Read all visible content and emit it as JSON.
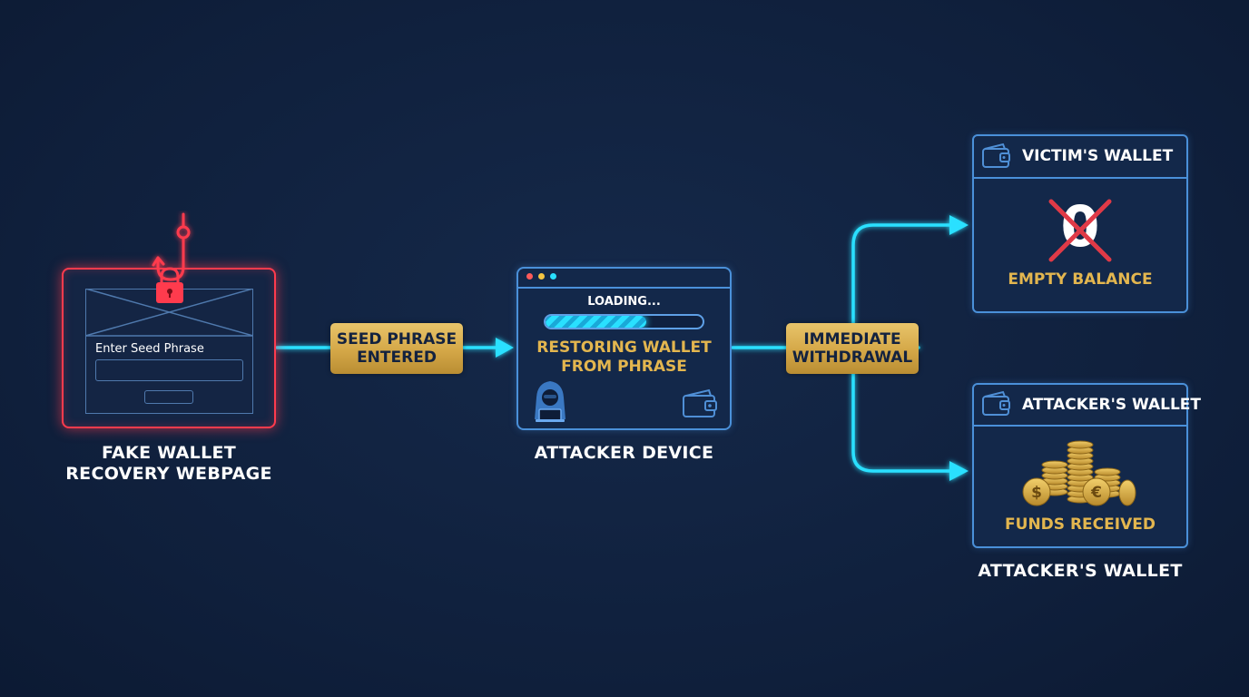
{
  "fake_page": {
    "seed_label": "Enter Seed Phrase",
    "caption_line1": "FAKE WALLET",
    "caption_line2": "RECOVERY WEBPAGE"
  },
  "badge_seed": {
    "line1": "SEED PHRASE",
    "line2": "ENTERED"
  },
  "device": {
    "loading": "LOADING...",
    "progress_fraction": 0.64,
    "restoring_line1": "RESTORING WALLET",
    "restoring_line2": "FROM PHRASE",
    "caption": "ATTACKER DEVICE"
  },
  "badge_withdrawal": {
    "line1": "IMMEDIATE",
    "line2": "WITHDRAWAL"
  },
  "victim_wallet": {
    "title": "VICTIM'S WALLET",
    "balance": "0",
    "status": "EMPTY BALANCE"
  },
  "attacker_wallet": {
    "title": "ATTACKER'S WALLET",
    "status": "FUNDS RECEIVED",
    "caption": "ATTACKER'S WALLET",
    "coin_symbol_1": "$",
    "coin_symbol_2": "€"
  },
  "colors": {
    "alert_red": "#ff3b4d",
    "flow_cyan": "#29e0ff",
    "gold": "#d4a747",
    "panel_blue": "#4a90d9"
  }
}
